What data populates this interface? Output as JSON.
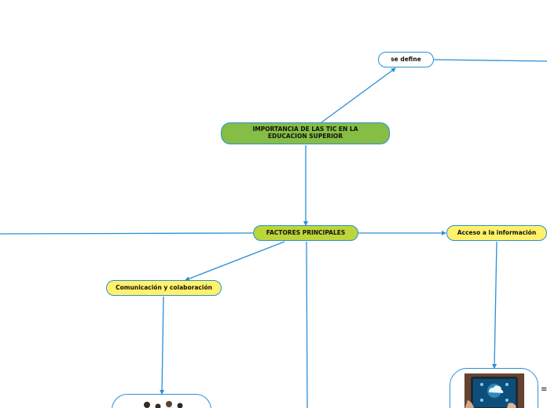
{
  "nodes": {
    "main": "IMPORTANCIA DE LAS TIC EN LA EDUCACION SUPERIOR",
    "factores": "FACTORES PRINCIPALES",
    "define": "se define",
    "acceso": "Acceso a la información",
    "comunicacion": "Comunicación y colaboración"
  },
  "icons": {
    "note": "notes-icon"
  },
  "colors": {
    "link": "#2b8fd6",
    "main_fill": "#86bd45",
    "factores_fill": "#bcd63a",
    "topic_fill": "#fff26a",
    "border": "#2b8fd6"
  }
}
